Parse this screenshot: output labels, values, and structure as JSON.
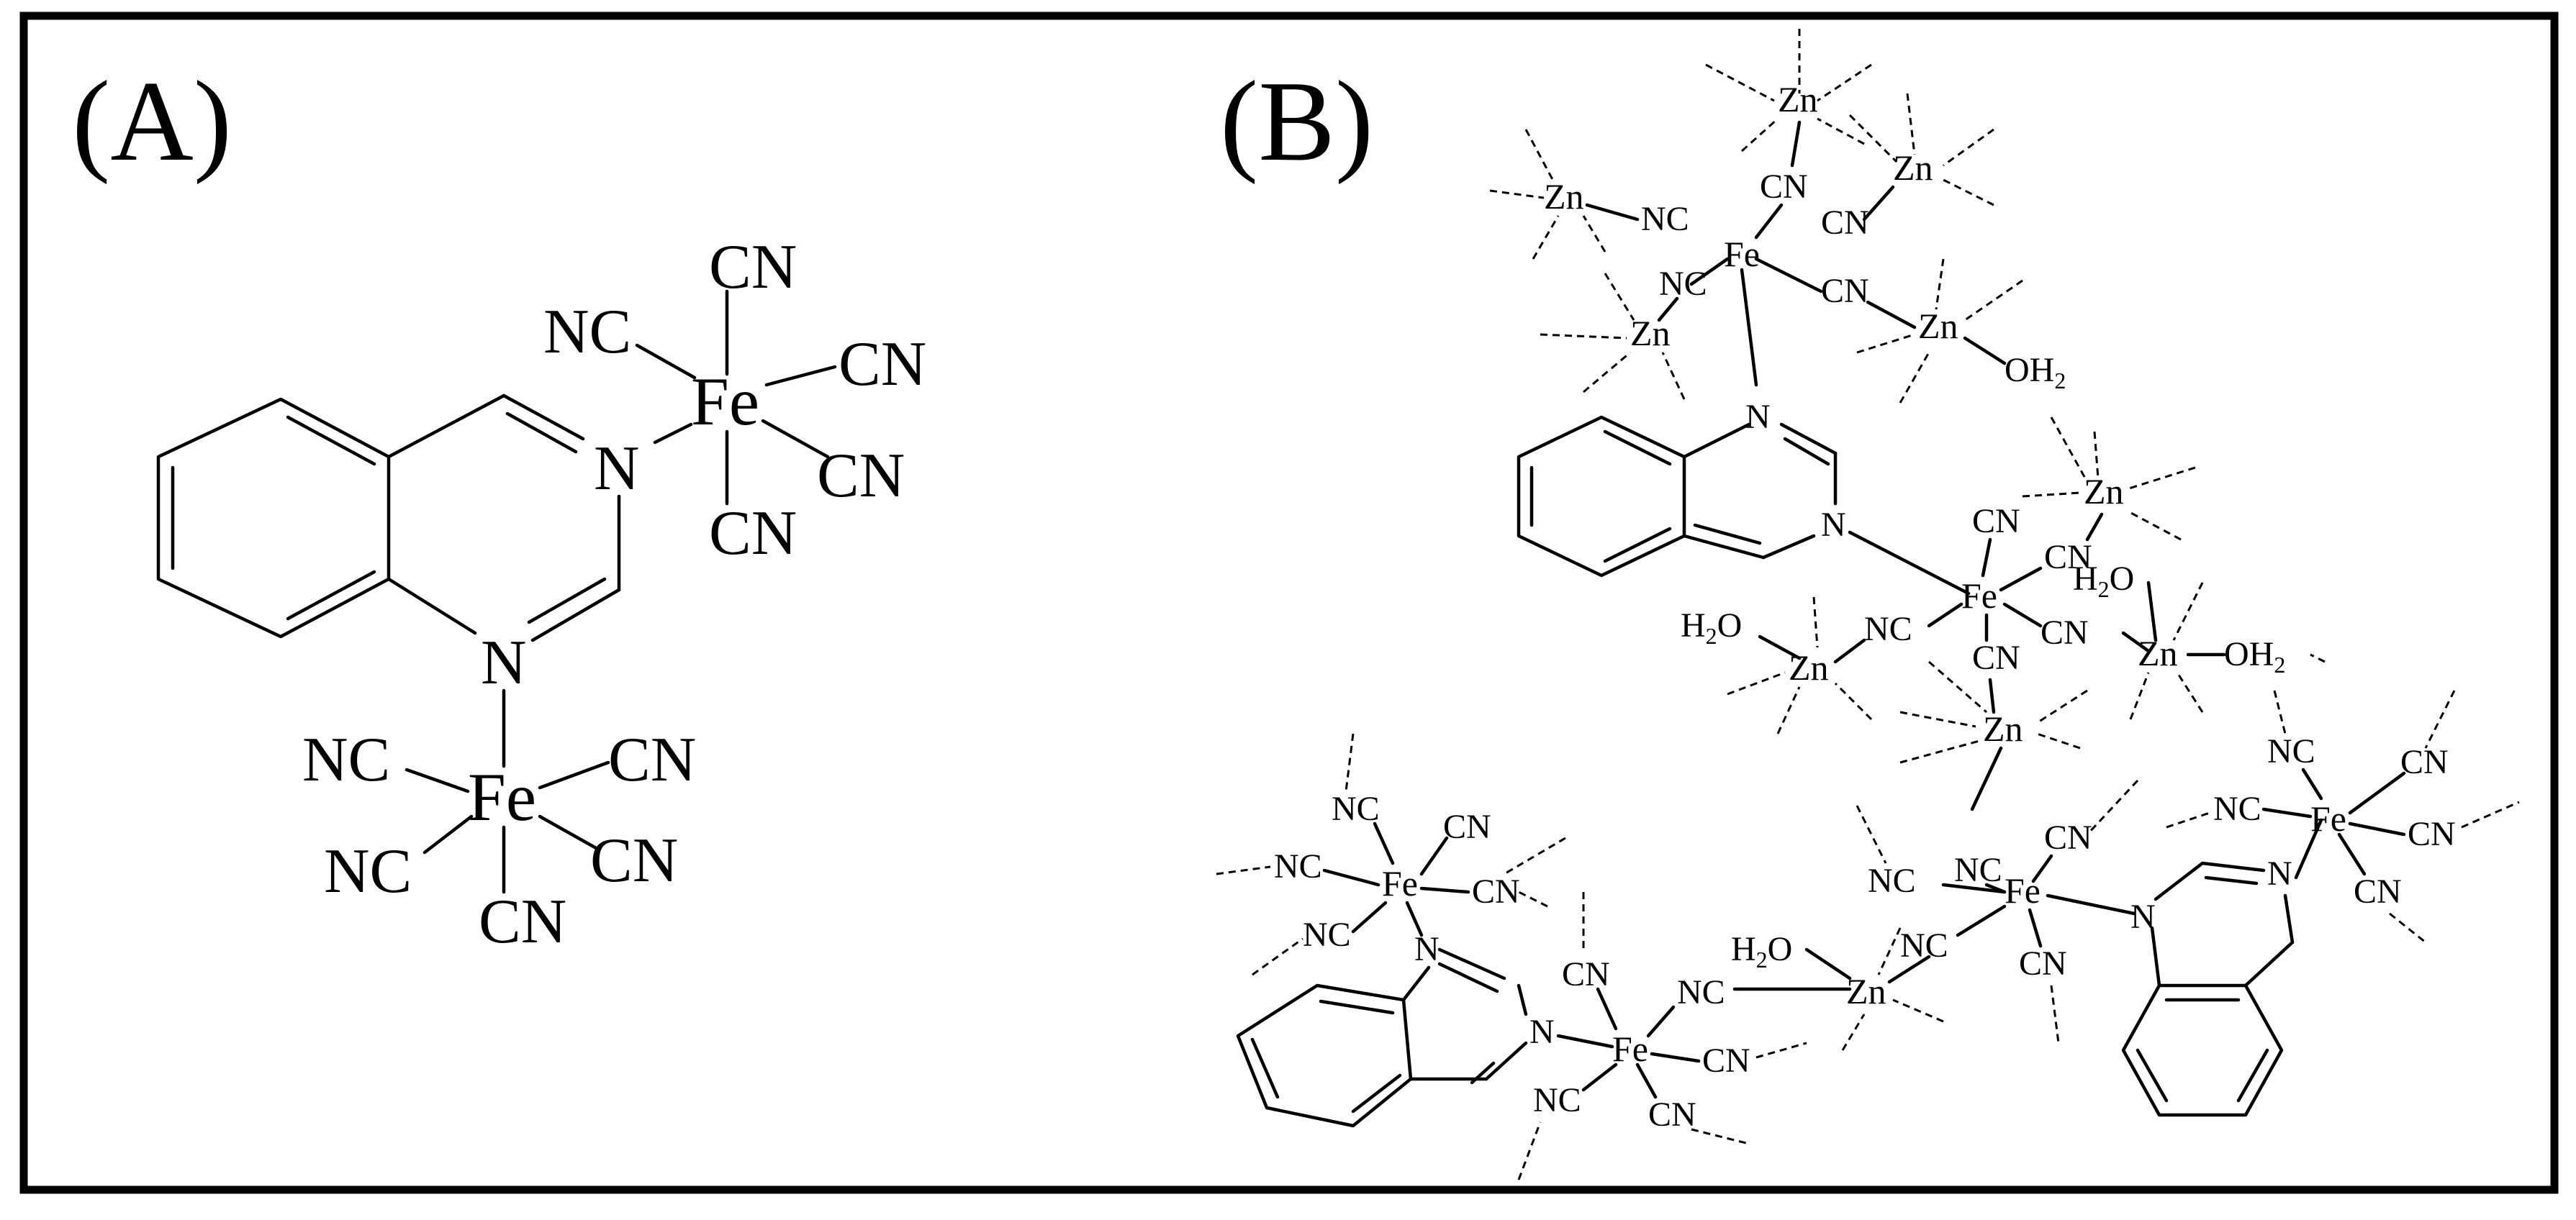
{
  "panels": [
    {
      "id": "A",
      "label": "(A)"
    },
    {
      "id": "B",
      "label": "(B)"
    }
  ],
  "atoms": {
    "fe": "Fe",
    "zn": "Zn",
    "n": "N",
    "cn": "CN",
    "nc": "NC",
    "oh2": "OH",
    "h2o": "H",
    "sub2": "2",
    "water_o": "O"
  }
}
